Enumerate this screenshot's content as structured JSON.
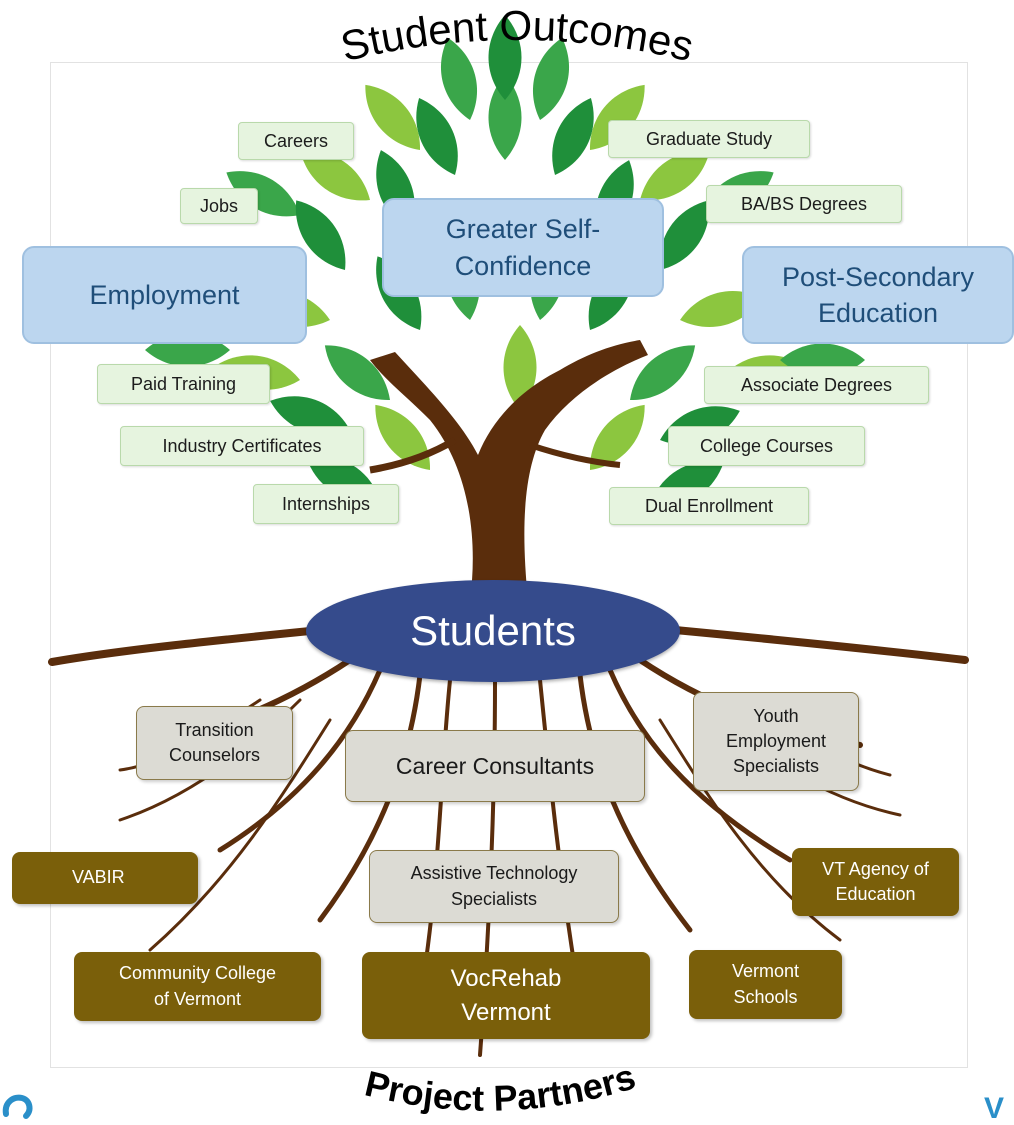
{
  "title": "Student Outcomes",
  "footer_title": "Project Partners",
  "center": "Students",
  "outcomes": {
    "employment": "Employment",
    "self_confidence": "Greater Self-\nConfidence",
    "post_secondary": "Post-Secondary\nEducation"
  },
  "employment_items": {
    "careers": "Careers",
    "jobs": "Jobs",
    "paid_training": "Paid Training",
    "industry_certificates": "Industry Certificates",
    "internships": "Internships"
  },
  "education_items": {
    "graduate_study": "Graduate Study",
    "ba_bs": "BA/BS Degrees",
    "associate": "Associate Degrees",
    "college_courses": "College Courses",
    "dual_enrollment": "Dual Enrollment"
  },
  "supports": {
    "transition": "Transition\nCounselors",
    "career_consultants": "Career Consultants",
    "youth_employment": "Youth\nEmployment\nSpecialists",
    "assistive_tech": "Assistive Technology\nSpecialists"
  },
  "partners": {
    "vabir": "VABIR",
    "vt_agency": "VT Agency of\nEducation",
    "ccv": "Community College\nof Vermont",
    "vocrehab": "VocRehab\nVermont",
    "vermont_schools": "Vermont\nSchools"
  },
  "colors": {
    "leaf_dark": "#1f8f3a",
    "leaf_mid": "#3aa64a",
    "leaf_light": "#8cc63f",
    "trunk": "#5a2d0c",
    "students_fill": "#354b8c",
    "partner_fill": "#7a5f0a"
  }
}
